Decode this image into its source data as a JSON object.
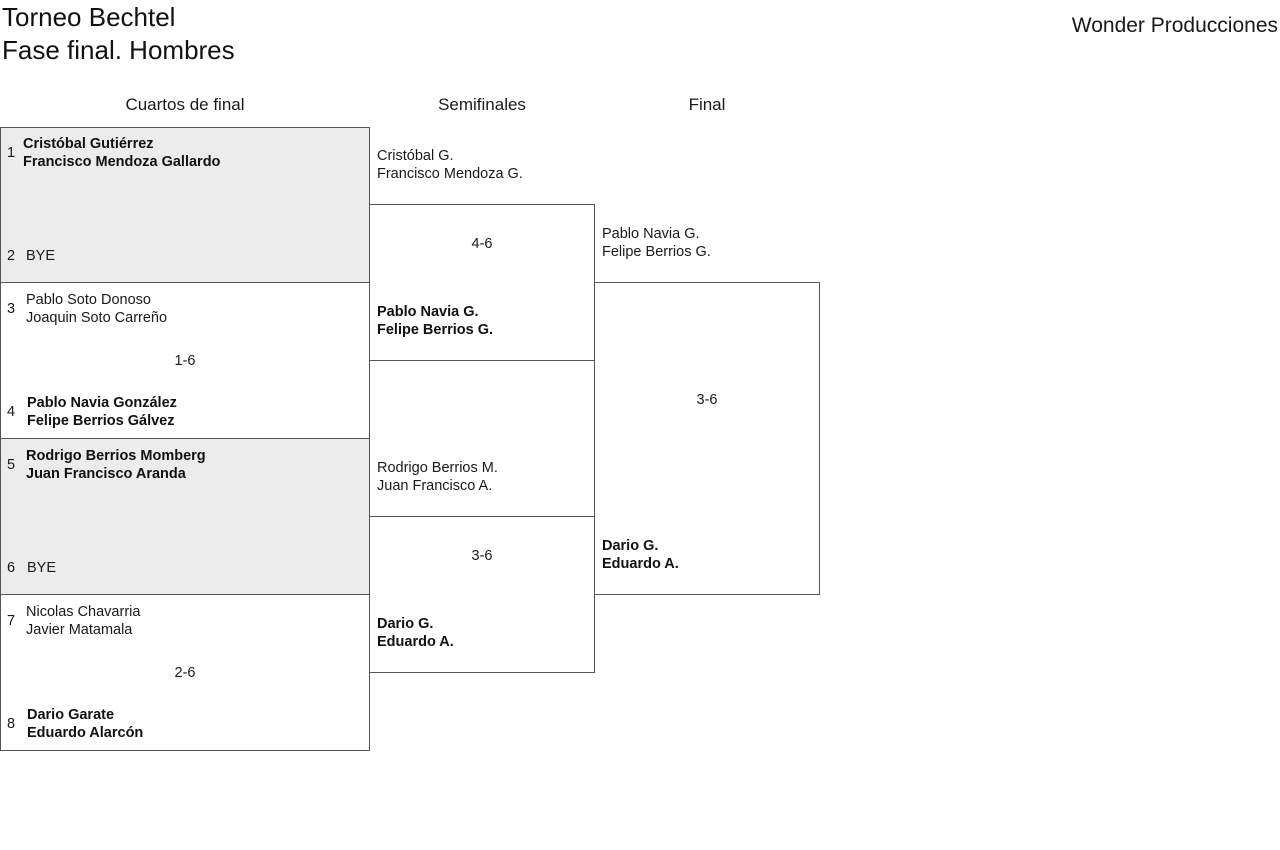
{
  "header": {
    "title_line1": "Torneo Bechtel",
    "title_line2": "Fase final. Hombres",
    "brand": "Wonder Producciones"
  },
  "rounds": {
    "quarterfinals": "Cuartos de final",
    "semifinals": "Semifinales",
    "final": "Final"
  },
  "quarterfinals": [
    {
      "top": {
        "seed": "1",
        "p1": "Cristóbal Gutiérrez",
        "p2": "Francisco Mendoza Gallardo"
      },
      "bottom": {
        "seed": "2",
        "p1": "BYE",
        "p2": ""
      },
      "score": "",
      "winner": "top"
    },
    {
      "top": {
        "seed": "3",
        "p1": "Pablo Soto Donoso",
        "p2": "Joaquin Soto Carreño"
      },
      "bottom": {
        "seed": "4",
        "p1": "Pablo Navia González",
        "p2": "Felipe Berrios Gálvez"
      },
      "score": "1-6",
      "winner": "bottom"
    },
    {
      "top": {
        "seed": "5",
        "p1": "Rodrigo Berrios Momberg",
        "p2": "Juan Francisco Aranda"
      },
      "bottom": {
        "seed": "6",
        "p1": "BYE",
        "p2": ""
      },
      "score": "",
      "winner": "top"
    },
    {
      "top": {
        "seed": "7",
        "p1": "Nicolas Chavarria",
        "p2": "Javier Matamala"
      },
      "bottom": {
        "seed": "8",
        "p1": "Dario Garate",
        "p2": "Eduardo Alarcón"
      },
      "score": "2-6",
      "winner": "bottom"
    }
  ],
  "semifinals": [
    {
      "top": {
        "p1": "Cristóbal G.",
        "p2": "Francisco Mendoza G."
      },
      "bottom": {
        "p1": "Pablo Navia G.",
        "p2": "Felipe Berrios G."
      },
      "score": "4-6",
      "winner": "bottom"
    },
    {
      "top": {
        "p1": "Rodrigo Berrios M.",
        "p2": "Juan Francisco A."
      },
      "bottom": {
        "p1": "Dario G.",
        "p2": "Eduardo A."
      },
      "score": "3-6",
      "winner": "bottom"
    }
  ],
  "final": {
    "top": {
      "p1": "Pablo Navia G.",
      "p2": "Felipe Berrios G."
    },
    "bottom": {
      "p1": "Dario G.",
      "p2": "Eduardo A."
    },
    "score": "3-6",
    "winner": "bottom"
  }
}
